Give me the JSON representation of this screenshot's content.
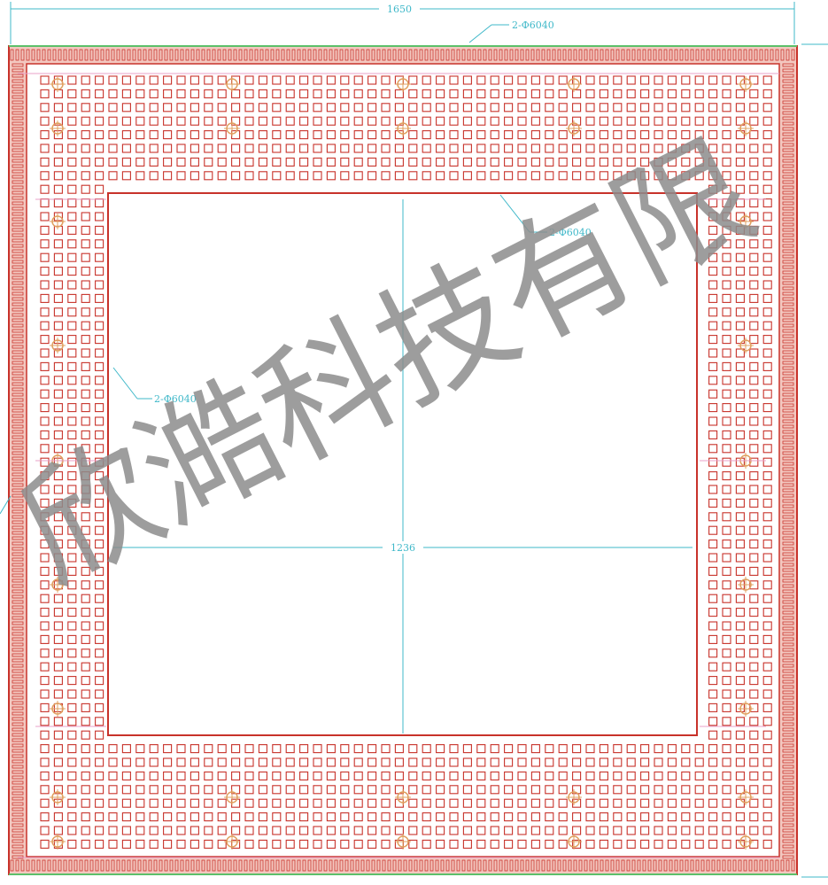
{
  "dimensions": {
    "overall_width": "1650",
    "inner_width": "1236"
  },
  "labels": {
    "top_edge": "2-Φ6040",
    "inner_top": "2-Φ6040",
    "inner_left": "2-Φ6040"
  },
  "watermark": "欣澔科技有限",
  "colors": {
    "grid": "#c8322a",
    "dimension": "#3fb8c9",
    "green_edge": "#5cc06a",
    "marker": "#e0a060",
    "pink_line": "#e8a0c8"
  }
}
